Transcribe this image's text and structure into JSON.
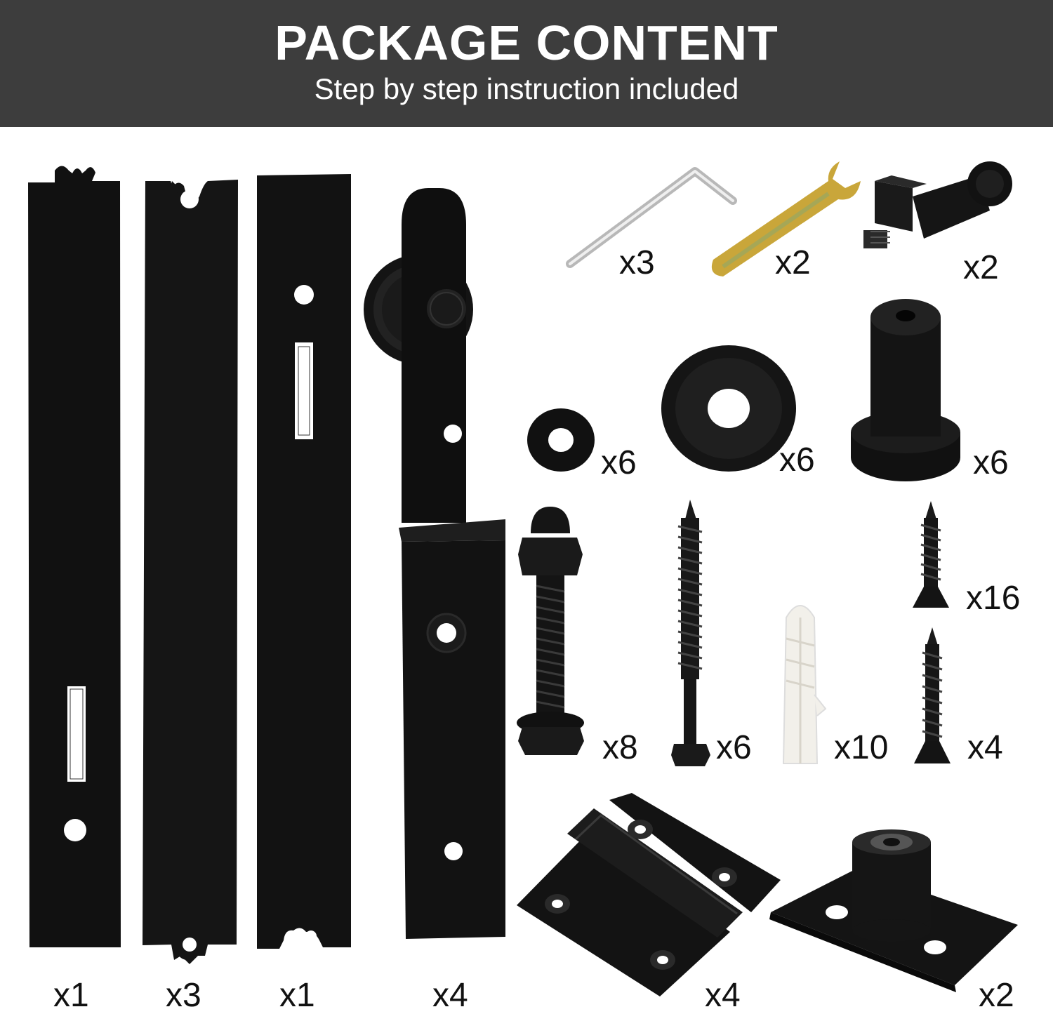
{
  "header": {
    "title": "PACKAGE CONTENT",
    "subtitle": "Step by step instruction included"
  },
  "items": [
    {
      "name": "track-rail-end",
      "qty": "x1"
    },
    {
      "name": "track-rail-middle",
      "qty": "x3"
    },
    {
      "name": "track-rail-other-end",
      "qty": "x1"
    },
    {
      "name": "roller-hanger",
      "qty": "x4"
    },
    {
      "name": "hex-key",
      "qty": "x3"
    },
    {
      "name": "wrench",
      "qty": "x2"
    },
    {
      "name": "stopper-bolt",
      "qty": "x2"
    },
    {
      "name": "flat-washer",
      "qty": "x6"
    },
    {
      "name": "spacer-washer",
      "qty": "x6"
    },
    {
      "name": "spacer",
      "qty": "x6"
    },
    {
      "name": "tiny-screw-16",
      "qty": "x16"
    },
    {
      "name": "hex-bolt-cap-nut",
      "qty": "x8"
    },
    {
      "name": "lag-screw",
      "qty": "x6"
    },
    {
      "name": "wall-anchor",
      "qty": "x10"
    },
    {
      "name": "small-screw-4",
      "qty": "x4"
    },
    {
      "name": "hinge",
      "qty": "x4"
    },
    {
      "name": "floor-guide",
      "qty": "x2"
    }
  ],
  "colors": {
    "header_bg": "#3d3d3d",
    "metal": "#0e0e0e"
  }
}
